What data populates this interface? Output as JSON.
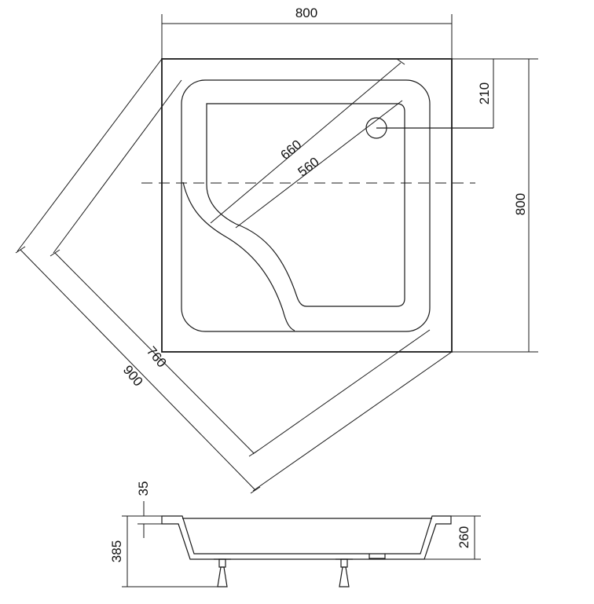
{
  "drawing": {
    "line_color": "#1a1a1a",
    "background": "#ffffff"
  },
  "dimensions": {
    "width_top": "800",
    "height_right": "800",
    "drain_offset": "210",
    "inner_diag_660": "660",
    "inner_diag_560": "560",
    "diag_760": "760",
    "diag_900": "900",
    "rim_35": "35",
    "height_385": "385",
    "height_260": "260"
  }
}
